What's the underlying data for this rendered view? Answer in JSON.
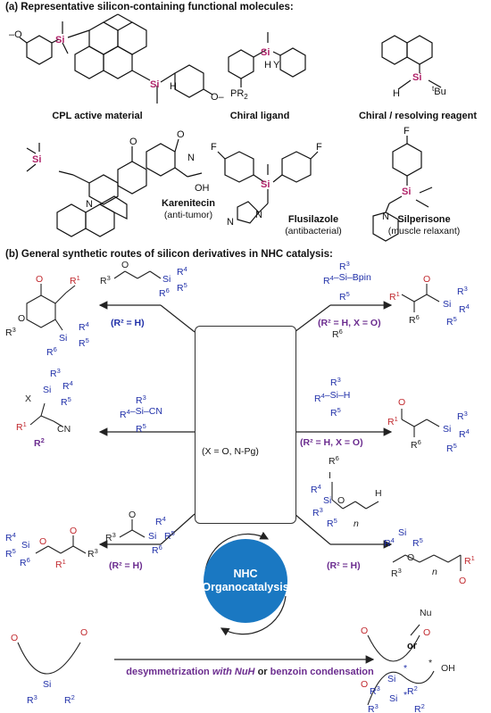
{
  "section_a": {
    "title": "(a) Representative silicon-containing functional molecules:",
    "molecules": [
      {
        "name": "CPL active material",
        "note": ""
      },
      {
        "name": "Chiral ligand",
        "note": ""
      },
      {
        "name": "Chiral / resolving reagent",
        "note": ""
      },
      {
        "name": "Karenitecin",
        "note": "(anti-tumor)"
      },
      {
        "name": "Flusilazole",
        "note": "(antibacterial)"
      },
      {
        "name": "Silperisone",
        "note": "(muscle relaxant)"
      }
    ]
  },
  "section_b": {
    "title": "(b) General synthetic routes of silicon derivatives in NHC catalysis:",
    "conditions": {
      "top_left": "(R² = H)",
      "top_right": "(R² = H, X = O)",
      "mid_right": "(R² = H, X = O)",
      "bottom_left": "(R² = H)",
      "bottom_right": "(R² = H)",
      "center_x": "(X = O, N-Pg)"
    },
    "catalysis": {
      "line1": "NHC",
      "line2": "Organocatalysis"
    },
    "desymmetrization": {
      "part1": "desymmetrization",
      "part2": "with NuH",
      "part3": "or",
      "part4": "benzoin condensation"
    },
    "or_label": "or"
  },
  "colors": {
    "red": "#c0282d",
    "blue": "#1f2fa8",
    "magenta": "#b0246a",
    "purple": "#6b2c8f",
    "circle_blue": "#1a78c2"
  }
}
